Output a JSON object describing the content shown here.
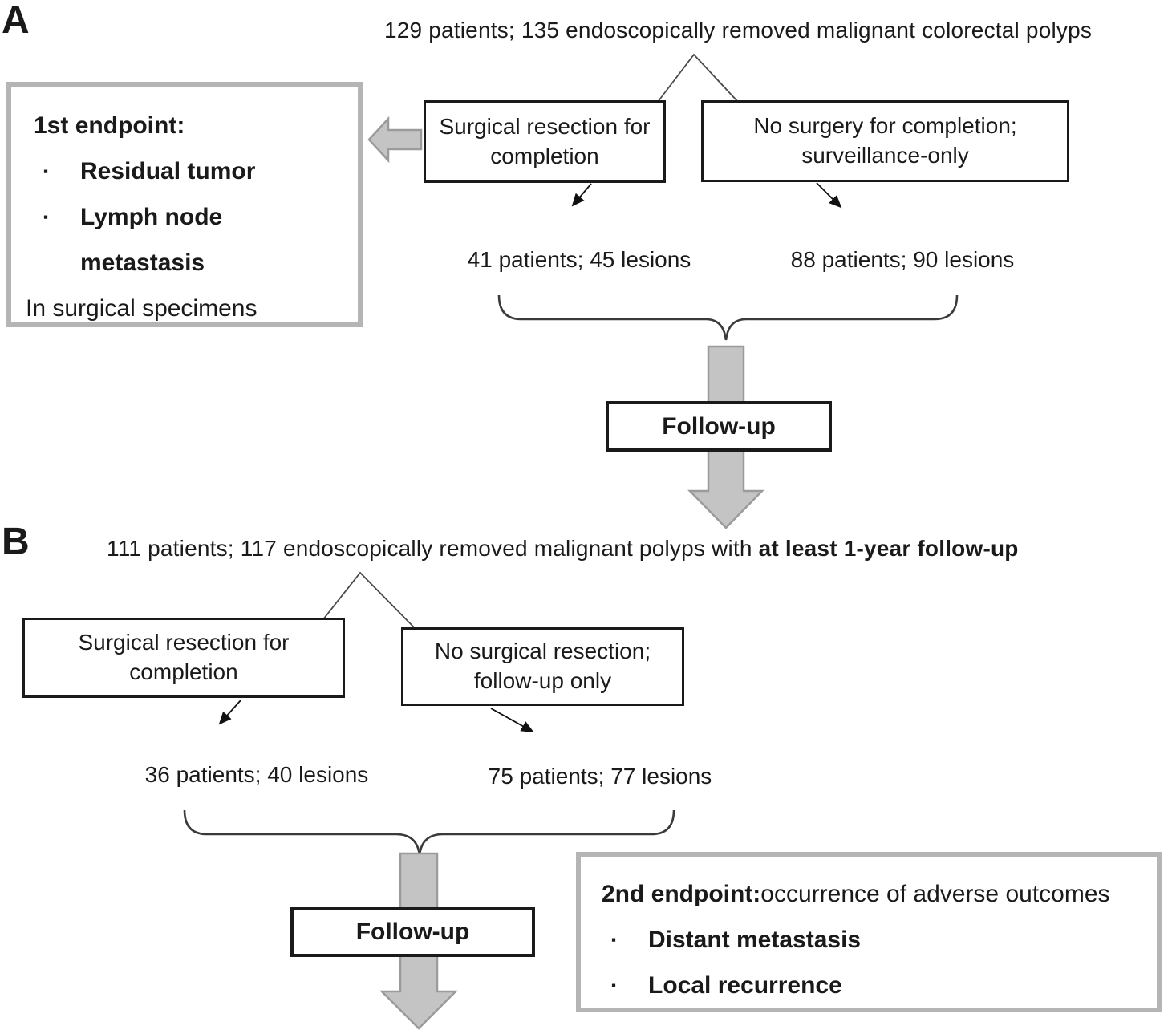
{
  "panel_a": {
    "label": "A",
    "title": "129 patients; 135 endoscopically removed malignant colorectal polyps",
    "endpoint_box": {
      "heading": "1st endpoint:",
      "bullet_marker": "▪",
      "bullets": [
        "Residual tumor",
        "Lymph node metastasis"
      ],
      "footer": "In surgical specimens"
    },
    "surgery_box": "Surgical resection for completion",
    "no_surgery_box": "No surgery for completion; surveillance-only",
    "surgery_count": "41 patients; 45 lesions",
    "no_surgery_count": "88 patients; 90 lesions",
    "followup": "Follow-up"
  },
  "panel_b": {
    "label": "B",
    "title": "111 patients; 117 endoscopically removed malignant polyps with ",
    "title_bold": "at least 1-year follow-up",
    "surgery_box": "Surgical resection for completion",
    "no_surgery_box": "No surgical resection; follow-up only",
    "surgery_count": "36 patients; 40 lesions",
    "no_surgery_count": "75 patients; 77 lesions",
    "followup": "Follow-up",
    "endpoint_box": {
      "heading_bold": "2nd endpoint:",
      "heading_rest": " occurrence of adverse outcomes",
      "bullet_marker": "▪",
      "bullets": [
        "Distant metastasis",
        "Local recurrence"
      ]
    }
  },
  "colors": {
    "text": "#1a1a1a",
    "flow_box_border": "#1a1a1a",
    "endpoint_box_border": "#b5b5b5",
    "big_arrow_fill": "#c4c4c4",
    "big_arrow_stroke": "#9b9b9b",
    "connector_line": "#4a4a4a",
    "brace": "#3a3a3a"
  }
}
